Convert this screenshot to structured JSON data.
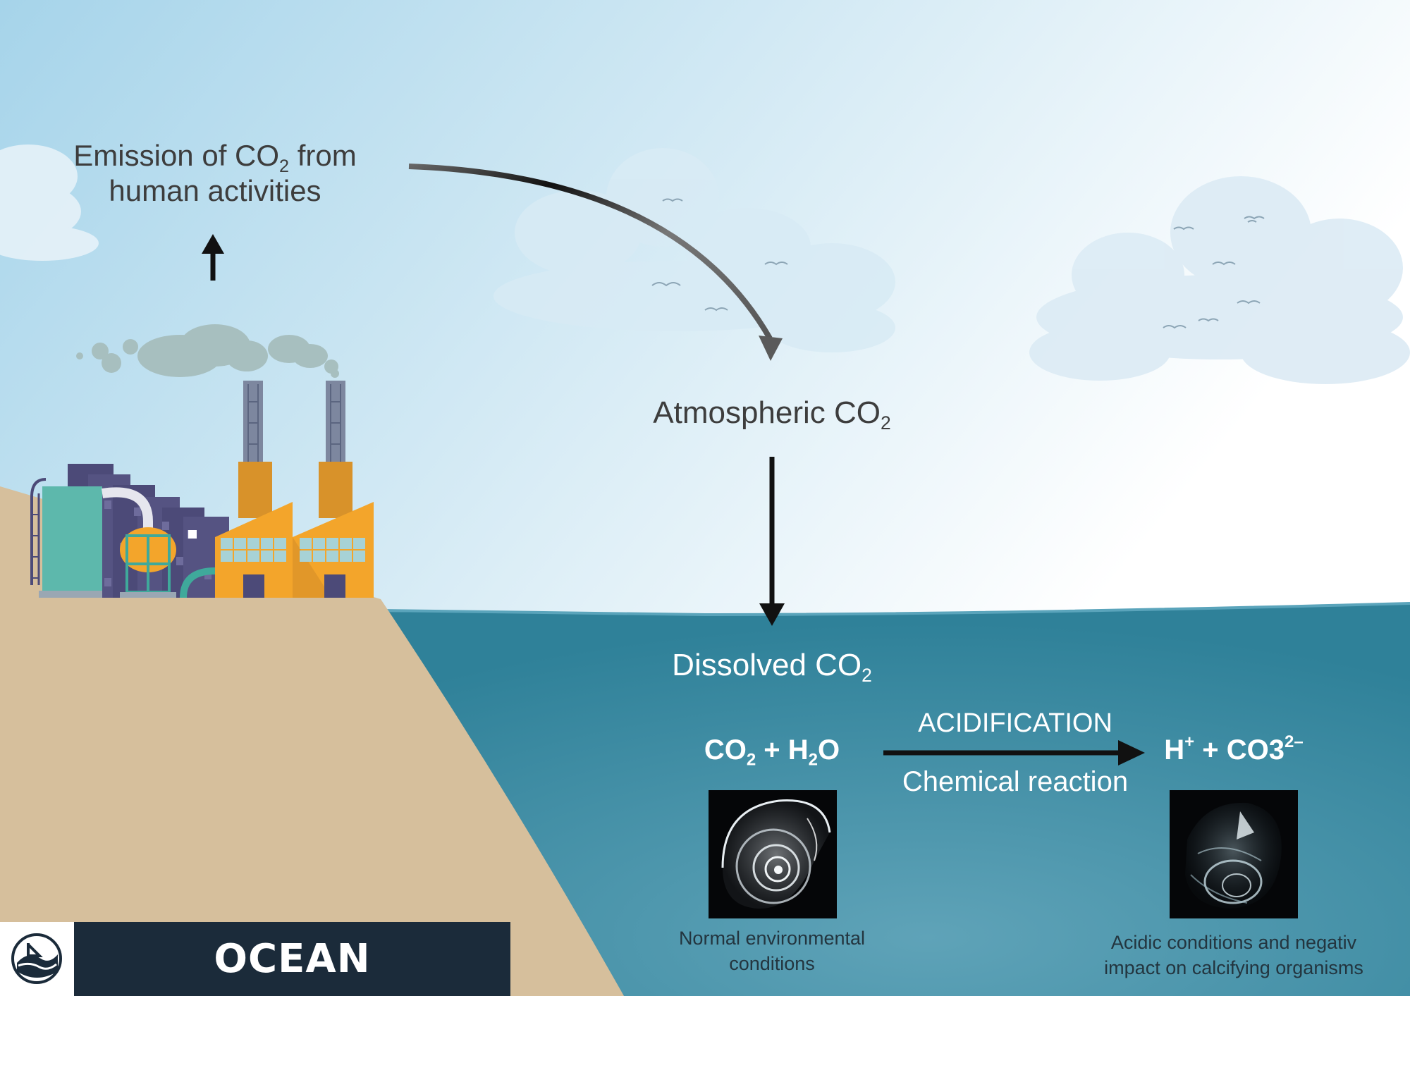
{
  "title": "OCEAN ACIDIFICATION",
  "labels": {
    "emission_line1_pre": "Emission of CO",
    "emission_line1_sub": "2",
    "emission_line1_post": " from",
    "emission_line2": "human activities",
    "atmospheric": "Atmospheric CO",
    "atmospheric_sub": "2",
    "dissolved": "Dissolved CO",
    "dissolved_sub": "2",
    "reactant_a": "CO",
    "reactant_a_sub": "2",
    "reactant_plus": " + H",
    "reactant_b_sub": "2",
    "reactant_b_end": "O",
    "product_a": "H",
    "product_a_sup": "+",
    "product_plus": " + CO3",
    "product_b_sup": "2–",
    "acidification": "ACIDIFICATION",
    "chemical_reaction": "Chemical reaction"
  },
  "captions": {
    "normal_line1": "Normal environmental",
    "normal_line2": "conditions",
    "acidic_line1": "Acidic conditions and negativ",
    "acidic_line2": "impact on calcifying organisms"
  },
  "icons": {
    "logo": "ship-wave-logo-icon",
    "factory": "factory-icon",
    "clouds": "cloud-icon",
    "birds": "bird-icon"
  },
  "colors": {
    "sky_top_left": "#a6d4ea",
    "sky_right": "#ffffff",
    "ocean": "#3d8ea5",
    "ocean_light": "#5fa3b8",
    "land": "#d6bf9c",
    "banner": "#1b2b3a",
    "factory_orange": "#f3a52b",
    "factory_teal": "#63c2b6",
    "factory_purple": "#4c4a78",
    "arrow": "#111111"
  }
}
